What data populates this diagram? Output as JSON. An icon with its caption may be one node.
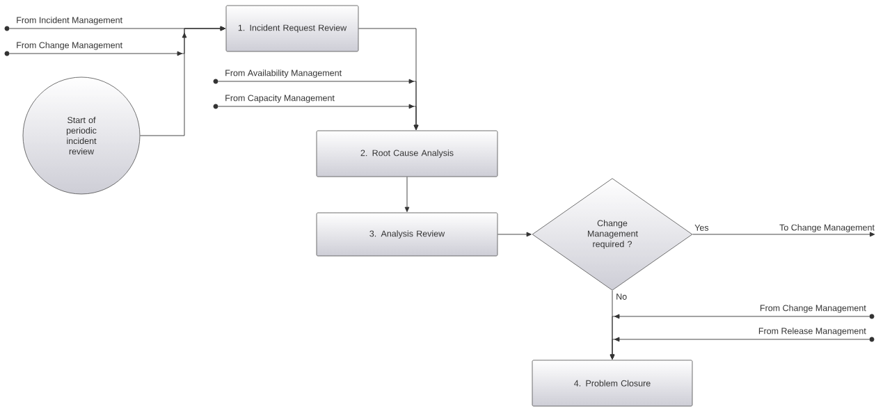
{
  "diagram": {
    "nodes": [
      {
        "text": [
          "1. Incident Request Review"
        ]
      },
      {
        "text": [
          "2. Root Cause Analysis"
        ]
      },
      {
        "text": [
          "3. Analysis Review"
        ]
      },
      {
        "text": [
          "Change Management required ?"
        ]
      },
      {
        "text": [
          "4. Problem Closure"
        ]
      },
      {
        "text": [
          "Start of periodic incident review"
        ]
      },
      {
        "text": [
          "To Change Management"
        ]
      },
      {
        "text": [],
        "shape": "circle"
      },
      {
        "text": [],
        "shape": "circle"
      },
      {
        "text": [],
        "shape": "circle"
      },
      {
        "text": [],
        "shape": "circle"
      },
      {
        "text": [],
        "shape": "circle"
      },
      {
        "text": [],
        "shape": "circle"
      }
    ],
    "edges": [
      {
        "from": 7,
        "to": 0,
        "arrow": "to",
        "label": "From Incident Management"
      },
      {
        "from": 8,
        "to": 0,
        "arrow": "to",
        "label": "From Change Management"
      },
      {
        "from": 5,
        "to": 0,
        "arrow": "to"
      },
      {
        "from": 0,
        "to": 1,
        "arrow": "to"
      },
      {
        "from": 9,
        "to": 1,
        "arrow": "to",
        "label": "From Availability Management"
      },
      {
        "from": 10,
        "to": 1,
        "arrow": "to",
        "label": "From Capacity Management"
      },
      {
        "from": 1,
        "to": 2,
        "arrow": "to"
      },
      {
        "from": 2,
        "to": 3,
        "arrow": "to"
      },
      {
        "from": 3,
        "to": 6,
        "arrow": "to",
        "label": "Yes"
      },
      {
        "from": 3,
        "to": 4,
        "arrow": "to",
        "label": "No"
      },
      {
        "from": 11,
        "to": 4,
        "arrow": "to",
        "label": "From Change Management"
      },
      {
        "from": 12,
        "to": 4,
        "arrow": "to",
        "label": "From Release Management"
      }
    ]
  }
}
